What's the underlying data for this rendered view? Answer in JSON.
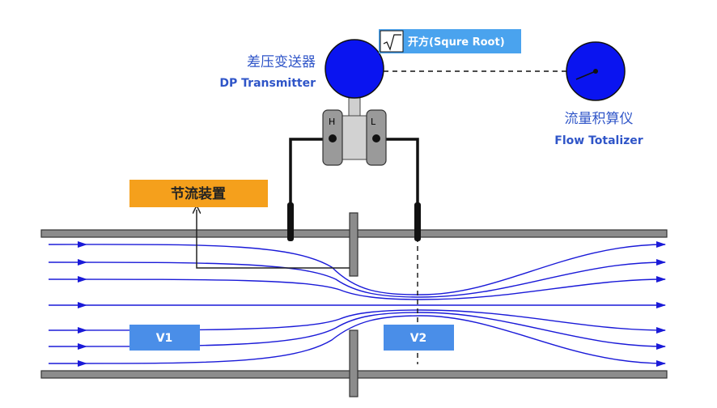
{
  "transmitter": {
    "label_cn": "差压变送器",
    "label_en": "DP Transmitter",
    "high_port": "H",
    "low_port": "L"
  },
  "sqrt": {
    "label": "开方(Squre Root)"
  },
  "totalizer": {
    "label_cn": "流量积算仪",
    "label_en": "Flow Totalizer"
  },
  "orifice": {
    "label": "节流装置"
  },
  "velocities": {
    "v1": "V1",
    "v2": "V2"
  },
  "colors": {
    "instrument_blue": "#0a14f0",
    "label_blue": "#2f55c8",
    "sqrt_box": "#4aa3ee",
    "orange_box": "#f5a01c",
    "velocity_box": "#4a8ee8",
    "streamline": "#1a1ad8",
    "pipe_gray": "#8c8c8c"
  }
}
